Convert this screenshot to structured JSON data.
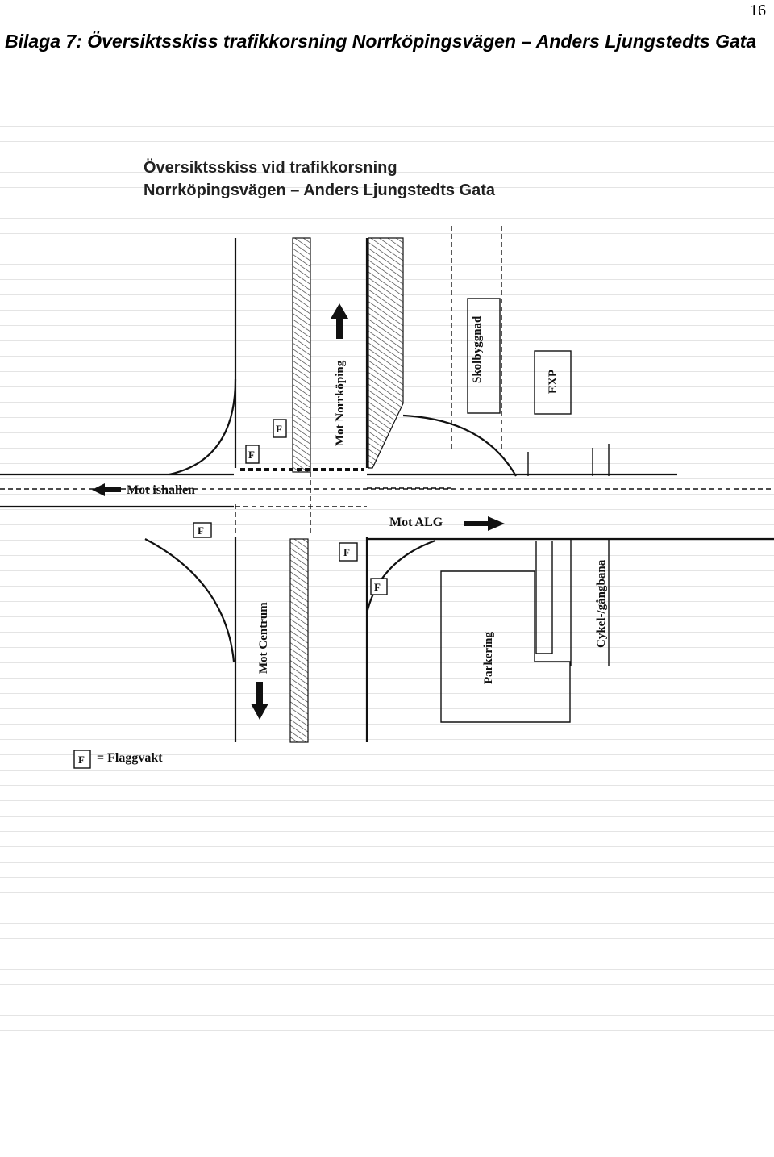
{
  "page": {
    "number": "16",
    "heading": "Bilaga 7: Översiktsskiss trafikkorsning Norrköpingsvägen – Anders Ljungstedts Gata"
  },
  "sketch": {
    "title_line1": "Översiktsskiss vid trafikkorsning",
    "title_line2": "Norrköpingsvägen – Anders Ljungstedts Gata",
    "labels": {
      "north": "Mot Norrköping",
      "west": "Mot ishallen",
      "east": "Mot ALG",
      "south": "Mot Centrum",
      "school": "Skolbyggnad",
      "exp": "EXP",
      "parking": "Parkering",
      "cycle_path": "Cykel-/gångbana"
    },
    "flag_marker": "F",
    "legend": {
      "symbol": "F",
      "text": "= Flaggvakt"
    },
    "icons": [
      "arrow-north-icon",
      "arrow-west-icon",
      "arrow-east-icon",
      "arrow-south-icon",
      "flag-marker-icon"
    ]
  }
}
